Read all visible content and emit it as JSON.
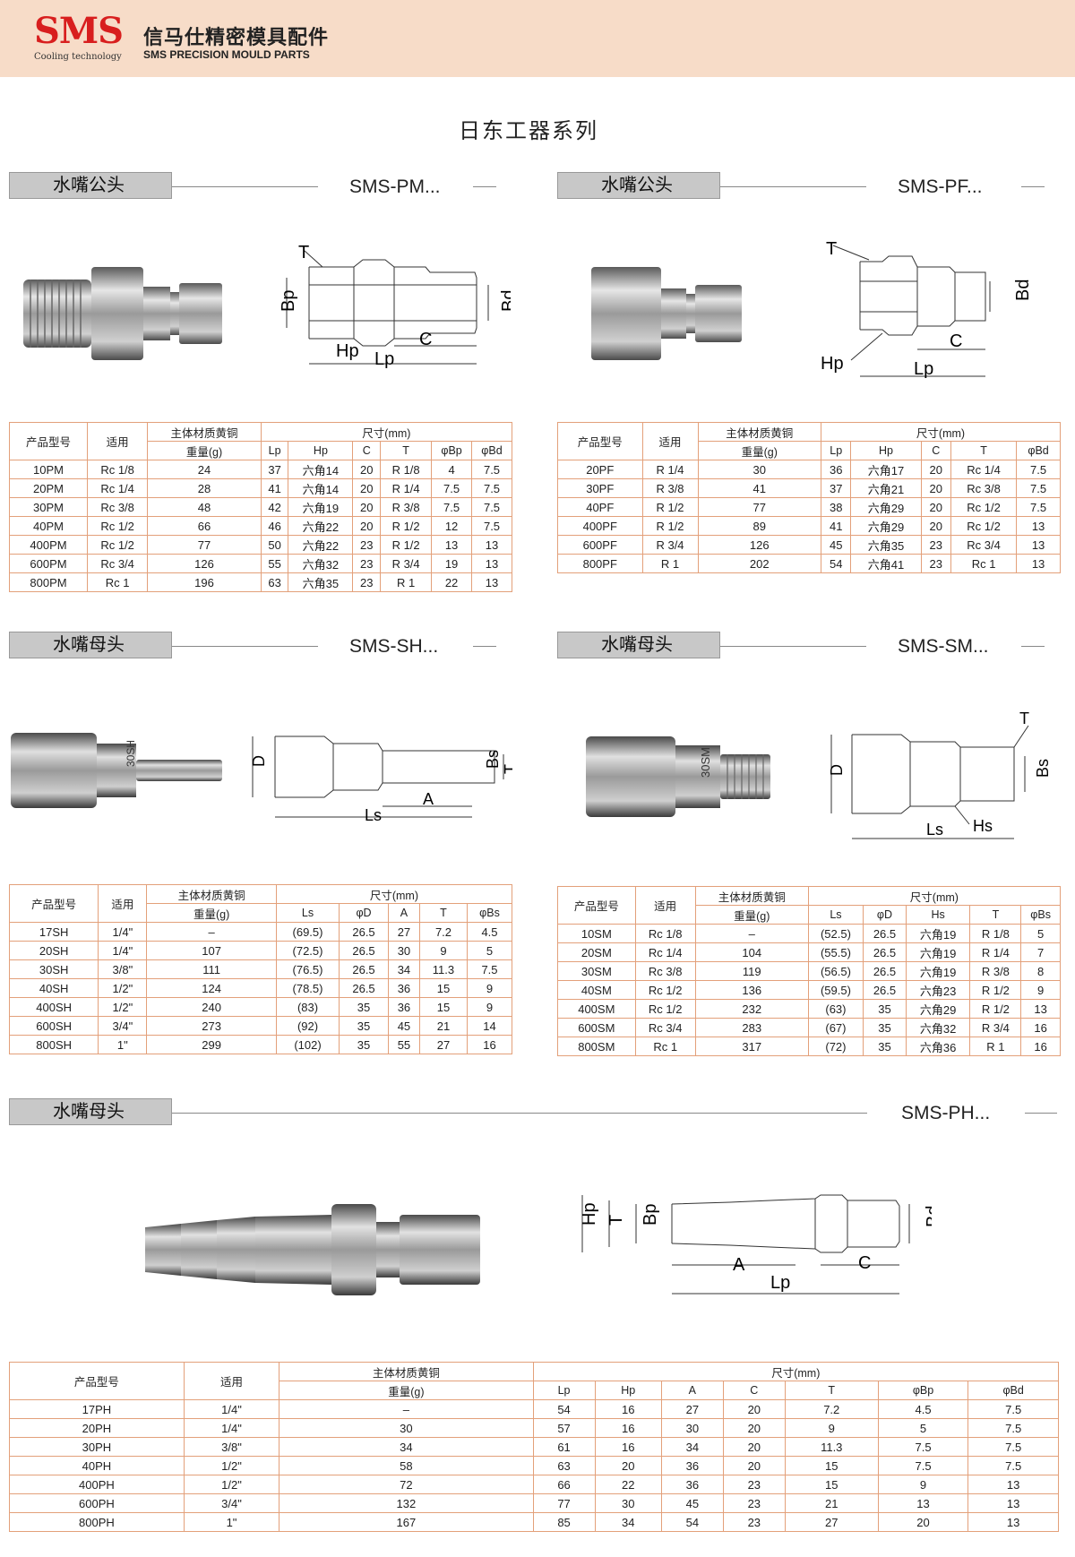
{
  "header": {
    "logo": "SMS",
    "logo_sub": "Cooling technology",
    "brand_cn": "信马仕精密模具配件",
    "brand_en": "SMS PRECISION MOULD PARTS"
  },
  "page_title": "日东工器系列",
  "common": {
    "product_no": "产品型号",
    "applicable": "适用",
    "material": "主体材质黄铜",
    "weight": "重量(g)",
    "dims": "尺寸(mm)"
  },
  "pm": {
    "label": "水嘴公头",
    "code": "SMS-PM...",
    "diagram": {
      "T": "T",
      "Bp": "Bp",
      "Bd": "Bd",
      "Hp": "Hp",
      "Lp": "Lp",
      "C": "C"
    },
    "cols": [
      "Lp",
      "Hp",
      "C",
      "T",
      "φBp",
      "φBd"
    ],
    "rows": [
      [
        "10PM",
        "Rc 1/8",
        "24",
        "37",
        "六角14",
        "20",
        "R 1/8",
        "4",
        "7.5"
      ],
      [
        "20PM",
        "Rc 1/4",
        "28",
        "41",
        "六角14",
        "20",
        "R 1/4",
        "7.5",
        "7.5"
      ],
      [
        "30PM",
        "Rc 3/8",
        "48",
        "42",
        "六角19",
        "20",
        "R 3/8",
        "7.5",
        "7.5"
      ],
      [
        "40PM",
        "Rc 1/2",
        "66",
        "46",
        "六角22",
        "20",
        "R 1/2",
        "12",
        "7.5"
      ],
      [
        "400PM",
        "Rc 1/2",
        "77",
        "50",
        "六角22",
        "23",
        "R 1/2",
        "13",
        "13"
      ],
      [
        "600PM",
        "Rc 3/4",
        "126",
        "55",
        "六角32",
        "23",
        "R 3/4",
        "19",
        "13"
      ],
      [
        "800PM",
        "Rc 1",
        "196",
        "63",
        "六角35",
        "23",
        "R 1",
        "22",
        "13"
      ]
    ]
  },
  "pf": {
    "label": "水嘴公头",
    "code": "SMS-PF...",
    "diagram": {
      "T": "T",
      "Bd": "Bd",
      "Hp": "Hp",
      "Lp": "Lp",
      "C": "C"
    },
    "cols": [
      "Lp",
      "Hp",
      "C",
      "T",
      "φBd"
    ],
    "rows": [
      [
        "20PF",
        "R 1/4",
        "30",
        "36",
        "六角17",
        "20",
        "Rc 1/4",
        "7.5"
      ],
      [
        "30PF",
        "R 3/8",
        "41",
        "37",
        "六角21",
        "20",
        "Rc 3/8",
        "7.5"
      ],
      [
        "40PF",
        "R 1/2",
        "77",
        "38",
        "六角29",
        "20",
        "Rc 1/2",
        "7.5"
      ],
      [
        "400PF",
        "R 1/2",
        "89",
        "41",
        "六角29",
        "20",
        "Rc 1/2",
        "13"
      ],
      [
        "600PF",
        "R 3/4",
        "126",
        "45",
        "六角35",
        "23",
        "Rc 3/4",
        "13"
      ],
      [
        "800PF",
        "R 1",
        "202",
        "54",
        "六角41",
        "23",
        "Rc 1",
        "13"
      ]
    ]
  },
  "sh": {
    "label": "水嘴母头",
    "code": "SMS-SH...",
    "engrave": "30SH",
    "diagram": {
      "D": "D",
      "Bs": "Bs",
      "T": "T",
      "A": "A",
      "Ls": "Ls"
    },
    "cols": [
      "Ls",
      "φD",
      "A",
      "T",
      "φBs"
    ],
    "rows": [
      [
        "17SH",
        "1/4\"",
        "–",
        "(69.5)",
        "26.5",
        "27",
        "7.2",
        "4.5"
      ],
      [
        "20SH",
        "1/4\"",
        "107",
        "(72.5)",
        "26.5",
        "30",
        "9",
        "5"
      ],
      [
        "30SH",
        "3/8\"",
        "111",
        "(76.5)",
        "26.5",
        "34",
        "11.3",
        "7.5"
      ],
      [
        "40SH",
        "1/2\"",
        "124",
        "(78.5)",
        "26.5",
        "36",
        "15",
        "9"
      ],
      [
        "400SH",
        "1/2\"",
        "240",
        "(83)",
        "35",
        "36",
        "15",
        "9"
      ],
      [
        "600SH",
        "3/4\"",
        "273",
        "(92)",
        "35",
        "45",
        "21",
        "14"
      ],
      [
        "800SH",
        "1\"",
        "299",
        "(102)",
        "35",
        "55",
        "27",
        "16"
      ]
    ]
  },
  "sm": {
    "label": "水嘴母头",
    "code": "SMS-SM...",
    "engrave": "30SM",
    "diagram": {
      "T": "T",
      "D": "D",
      "Bs": "Bs",
      "Hs": "Hs",
      "Ls": "Ls"
    },
    "cols": [
      "Ls",
      "φD",
      "Hs",
      "T",
      "φBs"
    ],
    "rows": [
      [
        "10SM",
        "Rc 1/8",
        "–",
        "(52.5)",
        "26.5",
        "六角19",
        "R 1/8",
        "5"
      ],
      [
        "20SM",
        "Rc 1/4",
        "104",
        "(55.5)",
        "26.5",
        "六角19",
        "R 1/4",
        "7"
      ],
      [
        "30SM",
        "Rc 3/8",
        "119",
        "(56.5)",
        "26.5",
        "六角19",
        "R 3/8",
        "8"
      ],
      [
        "40SM",
        "Rc 1/2",
        "136",
        "(59.5)",
        "26.5",
        "六角23",
        "R 1/2",
        "9"
      ],
      [
        "400SM",
        "Rc 1/2",
        "232",
        "(63)",
        "35",
        "六角29",
        "R 1/2",
        "13"
      ],
      [
        "600SM",
        "Rc 3/4",
        "283",
        "(67)",
        "35",
        "六角32",
        "R 3/4",
        "16"
      ],
      [
        "800SM",
        "Rc 1",
        "317",
        "(72)",
        "35",
        "六角36",
        "R 1",
        "16"
      ]
    ]
  },
  "ph": {
    "label": "水嘴母头",
    "code": "SMS-PH...",
    "diagram": {
      "Hp": "Hp",
      "T": "T",
      "Bp": "Bp",
      "Bd": "Bd",
      "A": "A",
      "C": "C",
      "Lp": "Lp"
    },
    "cols": [
      "Lp",
      "Hp",
      "A",
      "C",
      "T",
      "φBp",
      "φBd"
    ],
    "rows": [
      [
        "17PH",
        "1/4\"",
        "–",
        "54",
        "16",
        "27",
        "20",
        "7.2",
        "4.5",
        "7.5"
      ],
      [
        "20PH",
        "1/4\"",
        "30",
        "57",
        "16",
        "30",
        "20",
        "9",
        "5",
        "7.5"
      ],
      [
        "30PH",
        "3/8\"",
        "34",
        "61",
        "16",
        "34",
        "20",
        "11.3",
        "7.5",
        "7.5"
      ],
      [
        "40PH",
        "1/2\"",
        "58",
        "63",
        "20",
        "36",
        "20",
        "15",
        "7.5",
        "7.5"
      ],
      [
        "400PH",
        "1/2\"",
        "72",
        "66",
        "22",
        "36",
        "23",
        "15",
        "9",
        "13"
      ],
      [
        "600PH",
        "3/4\"",
        "132",
        "77",
        "30",
        "45",
        "23",
        "21",
        "13",
        "13"
      ],
      [
        "800PH",
        "1\"",
        "167",
        "85",
        "34",
        "54",
        "23",
        "27",
        "20",
        "13"
      ]
    ]
  }
}
